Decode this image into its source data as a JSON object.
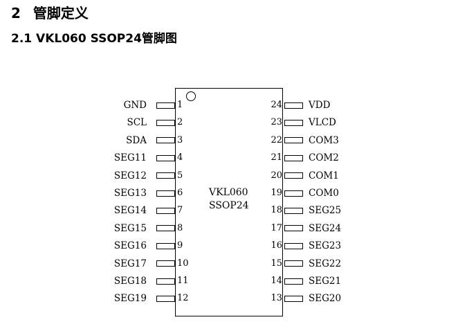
{
  "heading": {
    "number": "2",
    "title": "管脚定义"
  },
  "subheading": "2.1 VKL060 SSOP24管脚图",
  "chip": {
    "name": "VKL060",
    "package": "SSOP24"
  },
  "left_pins": [
    {
      "num": "1",
      "name": "GND"
    },
    {
      "num": "2",
      "name": "SCL"
    },
    {
      "num": "3",
      "name": "SDA"
    },
    {
      "num": "4",
      "name": "SEG11"
    },
    {
      "num": "5",
      "name": "SEG12"
    },
    {
      "num": "6",
      "name": "SEG13"
    },
    {
      "num": "7",
      "name": "SEG14"
    },
    {
      "num": "8",
      "name": "SEG15"
    },
    {
      "num": "9",
      "name": "SEG16"
    },
    {
      "num": "10",
      "name": "SEG17"
    },
    {
      "num": "11",
      "name": "SEG18"
    },
    {
      "num": "12",
      "name": "SEG19"
    }
  ],
  "right_pins": [
    {
      "num": "24",
      "name": "VDD"
    },
    {
      "num": "23",
      "name": "VLCD"
    },
    {
      "num": "22",
      "name": "COM3"
    },
    {
      "num": "21",
      "name": "COM2"
    },
    {
      "num": "20",
      "name": "COM1"
    },
    {
      "num": "19",
      "name": "COM0"
    },
    {
      "num": "18",
      "name": "SEG25"
    },
    {
      "num": "17",
      "name": "SEG24"
    },
    {
      "num": "16",
      "name": "SEG23"
    },
    {
      "num": "15",
      "name": "SEG22"
    },
    {
      "num": "14",
      "name": "SEG21"
    },
    {
      "num": "13",
      "name": "SEG20"
    }
  ]
}
